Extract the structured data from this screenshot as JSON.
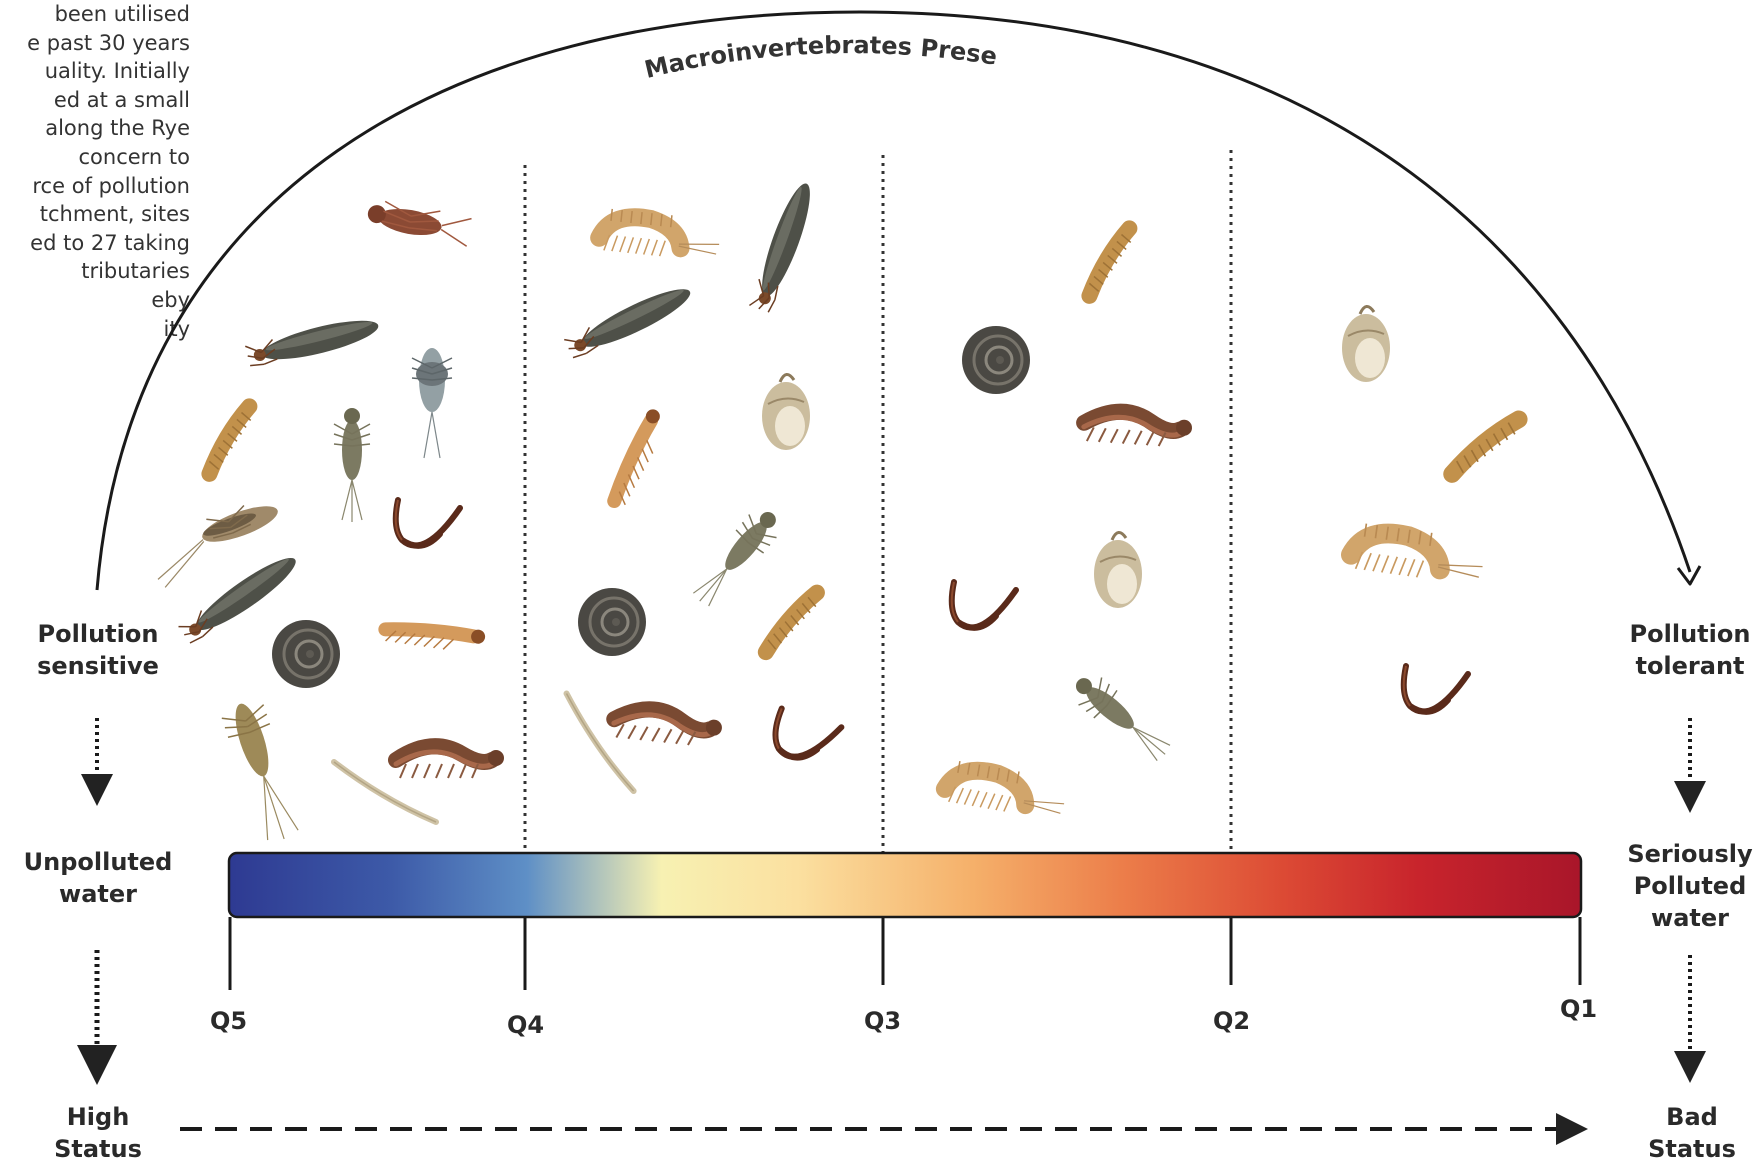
{
  "background_text": [
    "been utilised",
    "e past 30 years",
    "uality. Initially",
    "ed at a small",
    "along the Rye",
    "concern to",
    "rce of pollution",
    "tchment, sites",
    "ed to 27 taking",
    "tributaries",
    "eby",
    "ity"
  ],
  "arc_title": "Macroinvertebrates Present",
  "left": {
    "sensitivity": [
      "Pollution",
      "sensitive"
    ],
    "water": [
      "Unpolluted",
      "water"
    ],
    "status": [
      "High",
      "Status"
    ]
  },
  "right": {
    "sensitivity": [
      "Pollution",
      "tolerant"
    ],
    "water": [
      "Seriously",
      "Polluted",
      "water"
    ],
    "status": [
      "Bad",
      "Status"
    ]
  },
  "scale": {
    "labels": [
      "Q5",
      "Q4",
      "Q3",
      "Q2",
      "Q1"
    ],
    "gradient_colors": [
      "#2e3a92",
      "#3d5aa8",
      "#5e8fc6",
      "#f7f1b2",
      "#fbe0a0",
      "#f5b06a",
      "#ec7e4a",
      "#dc4a34",
      "#c8242c",
      "#a9162a"
    ]
  },
  "organisms": {
    "zone_Q5_Q4": [
      "stonefly-nymph",
      "cased-caddis",
      "mayfly-nymph-flat",
      "mayfly-nymph",
      "caddis-larva",
      "stonefly-nymph-long",
      "cased-caddis",
      "sludge-worm",
      "snail-ramshorn",
      "midge-larva",
      "mayfly-nymph-long",
      "alderfly-larva",
      "fly-larva"
    ],
    "zone_Q4_Q3": [
      "shrimp",
      "cased-caddis",
      "cased-caddis",
      "pond-snail",
      "caddis-larva",
      "mayfly-nymph",
      "snail-ramshorn",
      "fly-larva",
      "midge-larva",
      "alderfly-larva",
      "sludge-worm"
    ],
    "zone_Q3_Q2": [
      "fly-larva",
      "snail-ramshorn",
      "alderfly-larva",
      "pond-snail",
      "sludge-worm",
      "mayfly-nymph",
      "shrimp"
    ],
    "zone_Q2_Q1": [
      "pond-snail",
      "fly-larva",
      "shrimp",
      "sludge-worm"
    ]
  }
}
